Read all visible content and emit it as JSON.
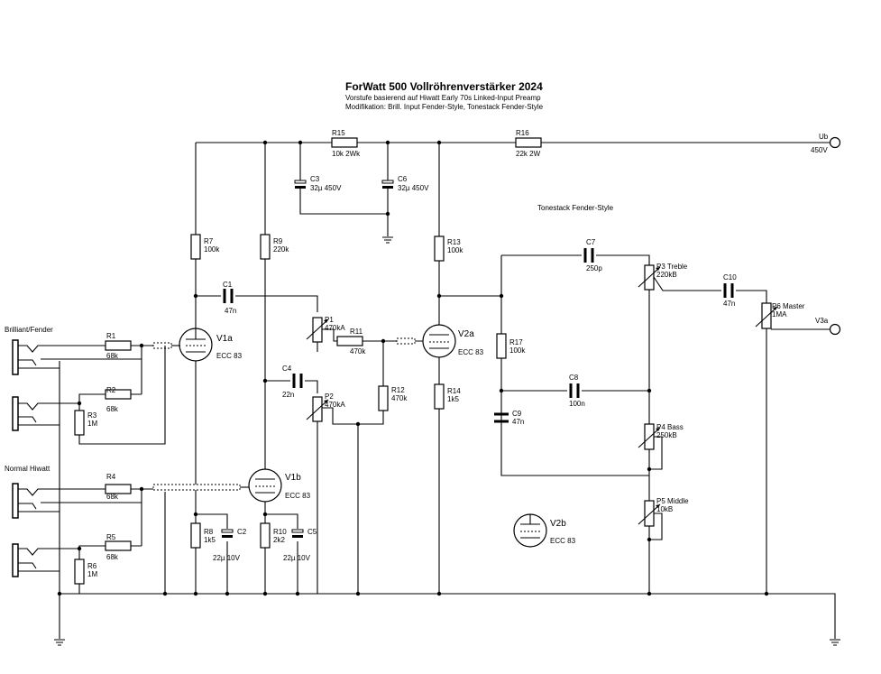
{
  "header": {
    "title": "ForWatt 500 Vollröhrenverstärker 2024",
    "subtitle1": "Vorstufe basierend auf Hiwatt Early 70s Linked-Input Preamp",
    "subtitle2": "Modifikation: Brill. Input Fender-Style, Tonestack Fender-Style"
  },
  "sections": {
    "tonestack": "Tonestack Fender-Style",
    "brilliant": "Brilliant/Fender",
    "normal": "Normal Hiwatt"
  },
  "terminals": {
    "ub": "Ub",
    "ub_voltage": "450V",
    "v3a": "V3a"
  },
  "tubes": {
    "v1a": "V1a",
    "v1b": "V1b",
    "v2a": "V2a",
    "v2b": "V2b",
    "type": "ECC 83"
  },
  "parts": {
    "R1": {
      "ref": "R1",
      "val": "68k"
    },
    "R2": {
      "ref": "R2",
      "val": "68k"
    },
    "R3": {
      "ref": "R3",
      "val": "1M"
    },
    "R4": {
      "ref": "R4",
      "val": "68k"
    },
    "R5": {
      "ref": "R5",
      "val": "68k"
    },
    "R6": {
      "ref": "R6",
      "val": "1M"
    },
    "R7": {
      "ref": "R7",
      "val": "100k"
    },
    "R8": {
      "ref": "R8",
      "val": "1k5"
    },
    "R9": {
      "ref": "R9",
      "val": "220k"
    },
    "R10": {
      "ref": "R10",
      "val": "2k2"
    },
    "R11": {
      "ref": "R11",
      "val": "470k"
    },
    "R12": {
      "ref": "R12",
      "val": "470k"
    },
    "R13": {
      "ref": "R13",
      "val": "100k"
    },
    "R14": {
      "ref": "R14",
      "val": "1k5"
    },
    "R15": {
      "ref": "R15",
      "val": "10k 2Wk"
    },
    "R16": {
      "ref": "R16",
      "val": "22k 2W"
    },
    "R17": {
      "ref": "R17",
      "val": "100k"
    },
    "C1": {
      "ref": "C1",
      "val": "47n"
    },
    "C2": {
      "ref": "C2",
      "val": "22µ 10V"
    },
    "C3": {
      "ref": "C3",
      "val": "32µ 450V"
    },
    "C4": {
      "ref": "C4",
      "val": "22n"
    },
    "C5": {
      "ref": "C5",
      "val": "22µ 10V"
    },
    "C6": {
      "ref": "C6",
      "val": "32µ 450V"
    },
    "C7": {
      "ref": "C7",
      "val": "250p"
    },
    "C8": {
      "ref": "C8",
      "val": "100n"
    },
    "C9": {
      "ref": "C9",
      "val": "47n"
    },
    "C10": {
      "ref": "C10",
      "val": "47n"
    },
    "P1": {
      "ref": "P1",
      "val": "470kA"
    },
    "P2": {
      "ref": "P2",
      "val": "470kA"
    },
    "P3": {
      "ref": "P3 Treble",
      "val": "220kB"
    },
    "P4": {
      "ref": "P4 Bass",
      "val": "250kB"
    },
    "P5": {
      "ref": "P5 Middle",
      "val": "10kB"
    },
    "P6": {
      "ref": "P6 Master",
      "val": "1MA"
    }
  }
}
